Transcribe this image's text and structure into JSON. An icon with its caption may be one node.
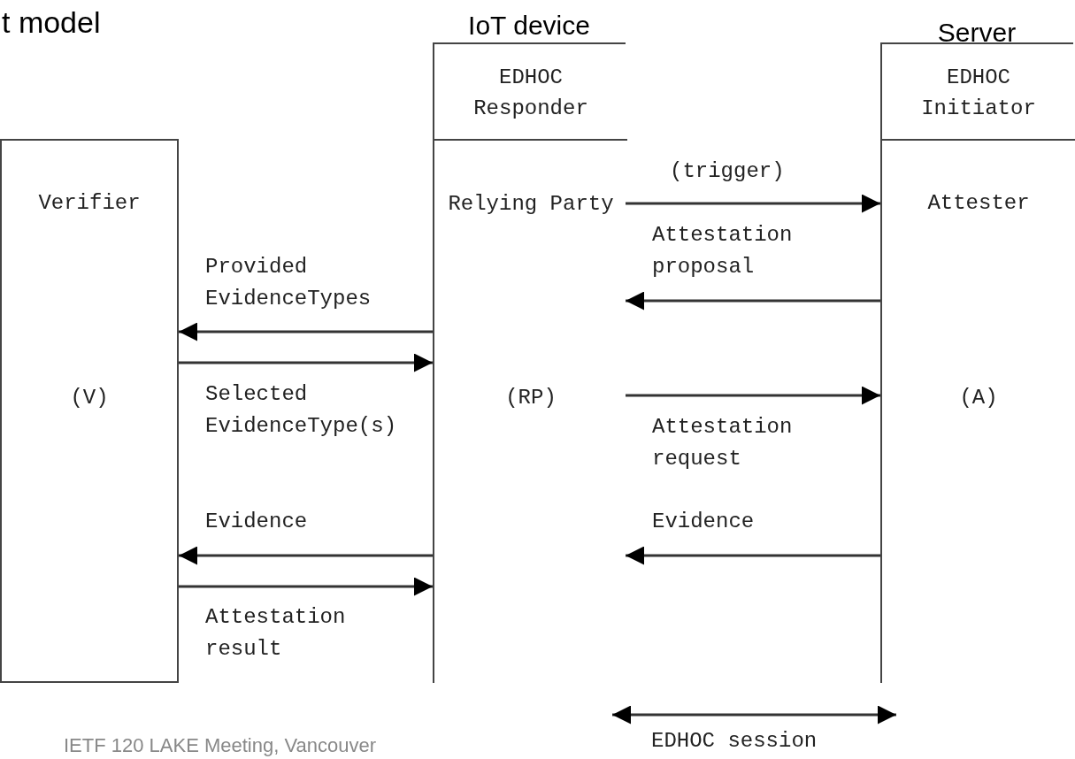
{
  "diagram": {
    "title": "t model",
    "nodes": [
      {
        "text": [
          "Verifier",
          "(V)"
        ]
      },
      {
        "text": [
          "IoT device"
        ]
      },
      {
        "text": [
          "EDHOC Responder"
        ],
        "in": 1
      },
      {
        "text": [
          "Relying Party",
          "(RP)"
        ],
        "in": 1
      },
      {
        "text": [
          "Server"
        ]
      },
      {
        "text": [
          "EDHOC Initiator"
        ],
        "in": 4
      },
      {
        "text": [
          "Attester",
          "(A)"
        ],
        "in": 4
      }
    ],
    "edges": [
      {
        "from": 3,
        "to": 6,
        "arrow": "to",
        "label": "(trigger)"
      },
      {
        "from": 6,
        "to": 3,
        "arrow": "to",
        "label": "Attestation proposal"
      },
      {
        "from": 3,
        "to": 0,
        "arrow": "to",
        "label": "Provided EvidenceTypes"
      },
      {
        "from": 0,
        "to": 3,
        "arrow": "to",
        "label": "Selected EvidenceType(s)"
      },
      {
        "from": 3,
        "to": 6,
        "arrow": "to",
        "label": "Attestation request"
      },
      {
        "from": 6,
        "to": 3,
        "arrow": "to",
        "label": "Evidence"
      },
      {
        "from": 3,
        "to": 0,
        "arrow": "to",
        "label": "Evidence"
      },
      {
        "from": 0,
        "to": 3,
        "arrow": "to",
        "label": "Attestation result"
      }
    ],
    "labels": [
      "EDHOC session",
      "IETF 120 LAKE Meeting, Vancouver"
    ]
  }
}
